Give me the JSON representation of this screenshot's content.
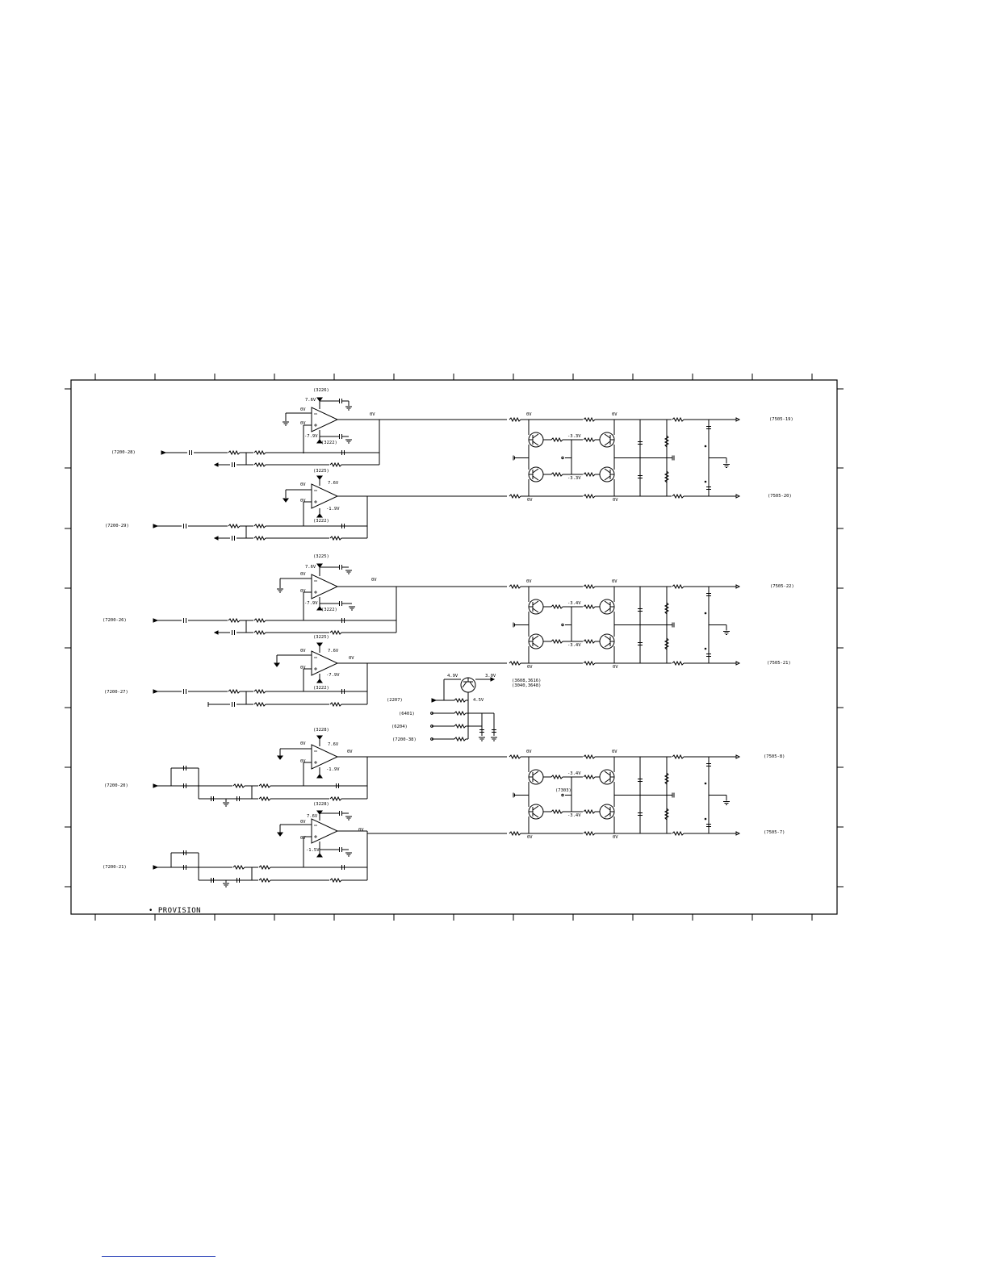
{
  "footnote": "• PROVISION",
  "connectors": {
    "in": [
      "(7200-28)",
      "(7200-29)",
      "(7200-26)",
      "(7200-27)",
      "(7200-20)",
      "(7200-21)"
    ],
    "out": [
      "(7505-19)",
      "(7505-20)",
      "(7505-22)",
      "(7505-21)",
      "(7505-8)",
      "(7505-7)"
    ],
    "bias": [
      "(2207)",
      "(6401)",
      "(6204)",
      "(7200-38)"
    ]
  },
  "refs": {
    "c1": "(3226)",
    "c2": "(3222)",
    "c3": "(3225)",
    "c4": "(3222)",
    "c5": "(3225)",
    "c6": "(3222)",
    "c7": "(3225)",
    "c8": "(3222)",
    "c9": "(3228)",
    "c10": "(3228)",
    "q": "(7303)",
    "bias1": "(3608,3616)",
    "bias2": "(3040,3648)"
  },
  "voltages": {
    "ov": "0V",
    "p76": "7.6V",
    "m79": "-7.9V",
    "m19": "-1.9V",
    "m15": "-1.5V",
    "m33": "-3.3V",
    "m34": "-3.4V",
    "v49": "4.9V",
    "v30": "3.0V",
    "v45": "4.5V"
  },
  "colors": {
    "ink": "#000000",
    "link": "#2c43b8",
    "paper": "#ffffff"
  }
}
